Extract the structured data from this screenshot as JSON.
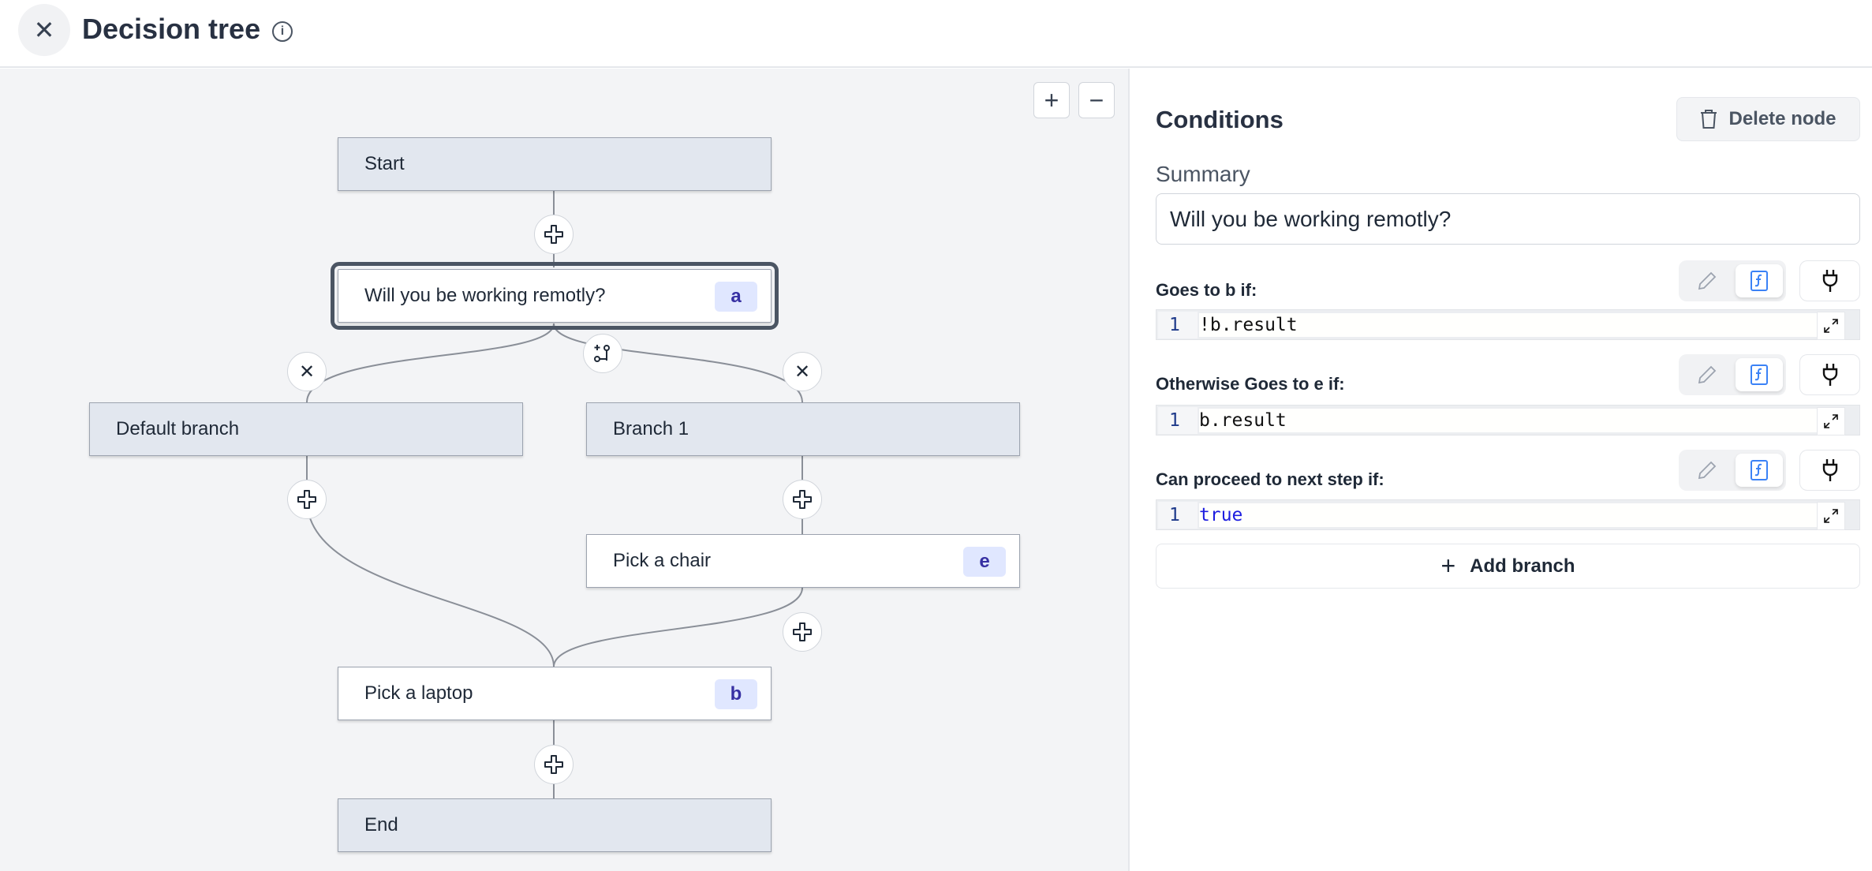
{
  "header": {
    "title": "Decision tree",
    "close_icon": "close-icon",
    "info_icon": "info-icon"
  },
  "canvas": {
    "zoom_in": "+",
    "zoom_out": "−",
    "nodes": {
      "start": {
        "label": "Start"
      },
      "question": {
        "label": "Will you be working remotly?",
        "badge": "a"
      },
      "default_branch": {
        "label": "Default branch"
      },
      "branch_1": {
        "label": "Branch 1"
      },
      "chair": {
        "label": "Pick a chair",
        "badge": "e"
      },
      "laptop": {
        "label": "Pick a laptop",
        "badge": "b"
      },
      "end": {
        "label": "End"
      }
    }
  },
  "panel": {
    "title": "Conditions",
    "delete_label": "Delete node",
    "summary_label": "Summary",
    "summary_value": "Will you be working remotly?",
    "conditions": [
      {
        "label": "Goes to b if:",
        "line": "1",
        "code": "!b.result"
      },
      {
        "label": "Otherwise Goes to e if:",
        "line": "1",
        "code": "b.result"
      },
      {
        "label": "Can proceed to next step if:",
        "line": "1",
        "code": "true"
      }
    ],
    "add_branch_label": "Add branch"
  },
  "colors": {
    "accent": "#3b82f6",
    "badge_bg": "#e0e7ff",
    "badge_text": "#3730a3",
    "node_gray": "#e2e7ef"
  }
}
